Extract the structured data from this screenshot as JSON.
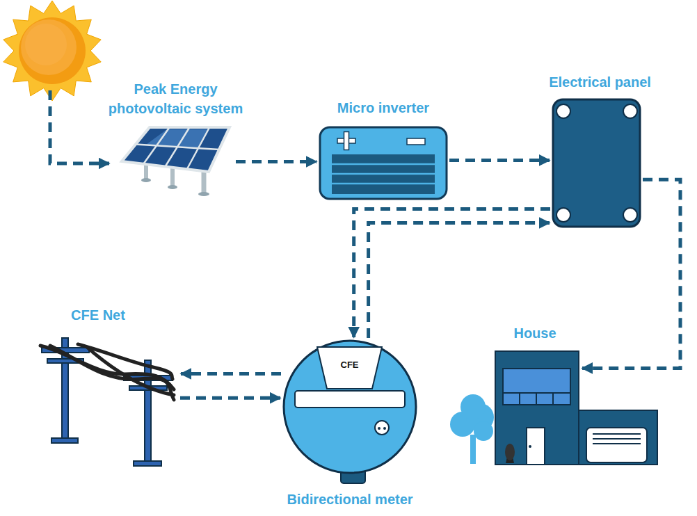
{
  "diagram": {
    "nodes": [
      {
        "text": [
          "Peak Energy photovoltaic system"
        ]
      },
      {
        "text": [
          "Micro inverter"
        ]
      },
      {
        "text": [
          "Electrical panel"
        ]
      },
      {
        "text": [
          "CFE Net"
        ]
      },
      {
        "text": [
          "House"
        ]
      },
      {
        "text": [
          "Bidirectional meter"
        ]
      },
      {
        "text": [
          "CFE"
        ],
        "in": 5
      }
    ],
    "edges": [
      {
        "from": 0,
        "to": 1,
        "arrow": "to"
      },
      {
        "from": 1,
        "to": 2,
        "arrow": "to"
      },
      {
        "from": 2,
        "to": 4,
        "arrow": "to"
      },
      {
        "from": 2,
        "to": 5,
        "arrow": "to"
      },
      {
        "from": 5,
        "to": 2,
        "arrow": "to"
      },
      {
        "from": 5,
        "to": 3,
        "arrow": "to"
      },
      {
        "from": 3,
        "to": 5,
        "arrow": "to"
      }
    ]
  }
}
